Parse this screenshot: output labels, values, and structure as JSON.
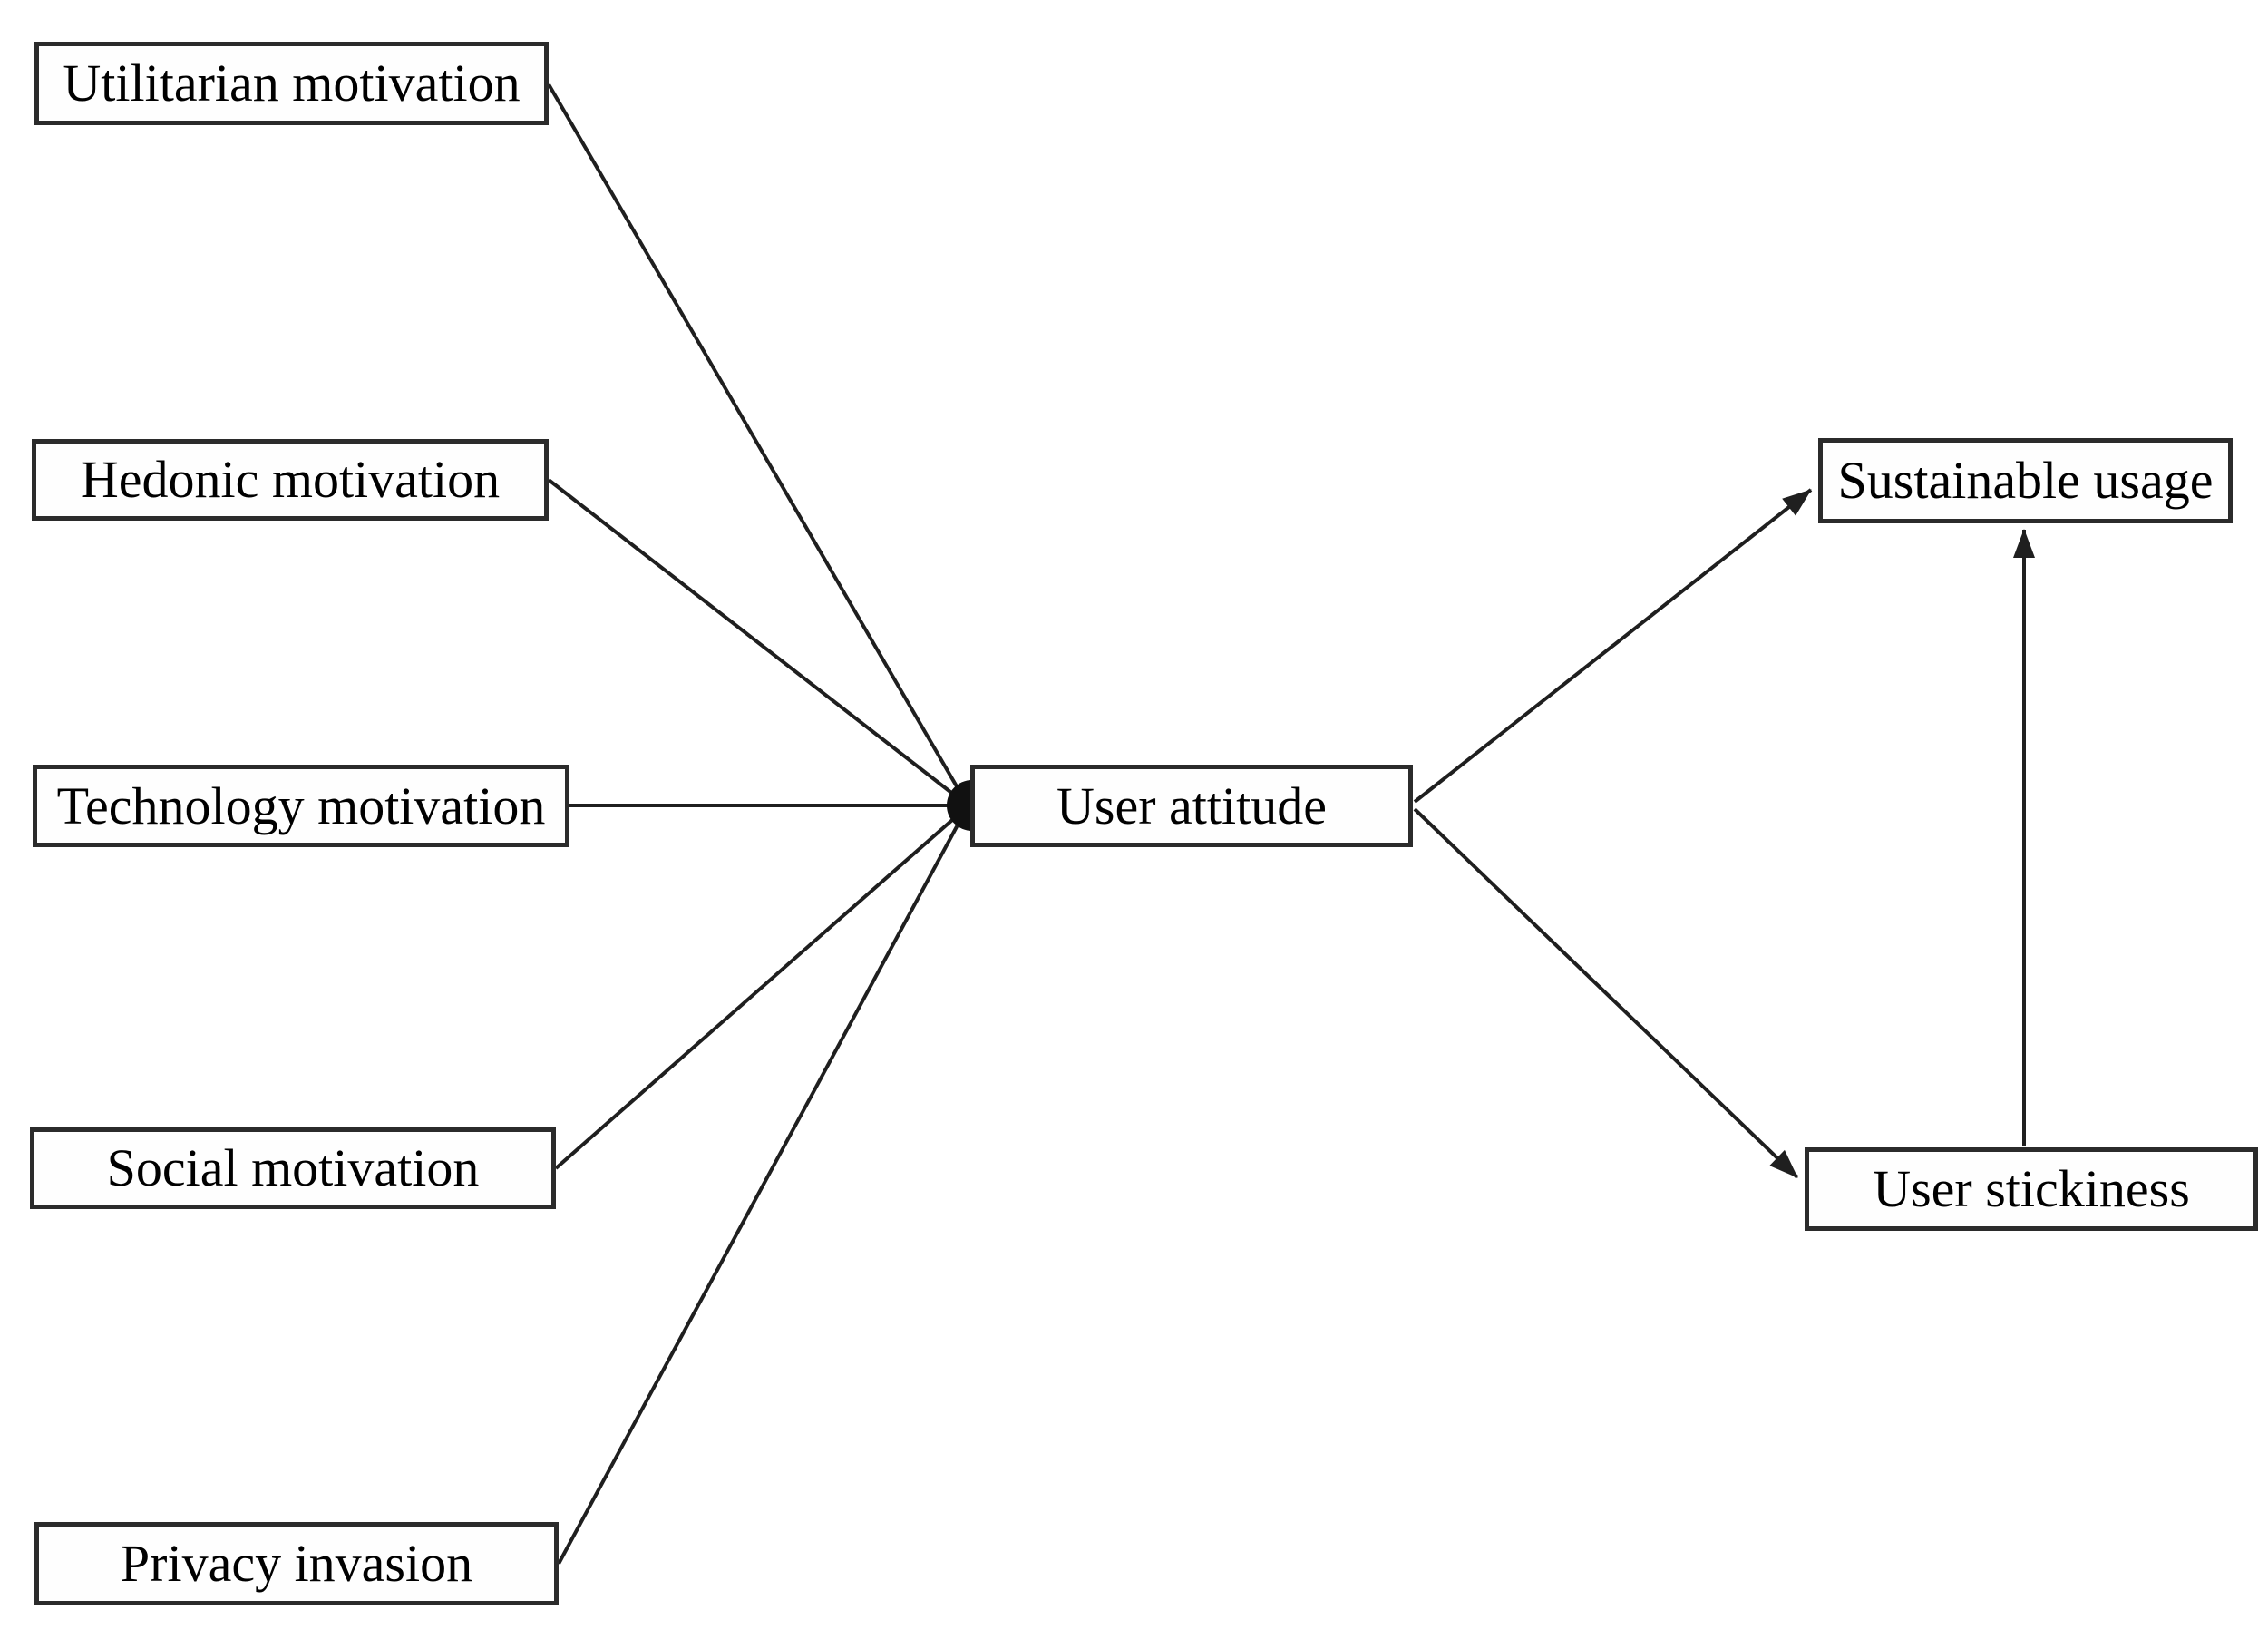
{
  "figure": {
    "type": "path-model-diagram",
    "background_color": "#ffffff",
    "line_color": "#1f1f1f",
    "box_border_color": "#2b2b2b",
    "text_color": "#000000",
    "nodes": [
      {
        "id": "utilitarian-motivation",
        "label": "Utilitarian motivation"
      },
      {
        "id": "hedonic-motivation",
        "label": "Hedonic motivation"
      },
      {
        "id": "technology-motivation",
        "label": "Technology motivation"
      },
      {
        "id": "social-motivation",
        "label": "Social motivation"
      },
      {
        "id": "privacy-invasion",
        "label": "Privacy invasion"
      },
      {
        "id": "user-attitude",
        "label": "User attitude"
      },
      {
        "id": "sustainable-usage",
        "label": "Sustainable usage"
      },
      {
        "id": "user-stickiness",
        "label": "User stickiness"
      }
    ],
    "edges": [
      {
        "from": "utilitarian-motivation",
        "to": "user-attitude"
      },
      {
        "from": "hedonic-motivation",
        "to": "user-attitude"
      },
      {
        "from": "technology-motivation",
        "to": "user-attitude"
      },
      {
        "from": "social-motivation",
        "to": "user-attitude"
      },
      {
        "from": "privacy-invasion",
        "to": "user-attitude"
      },
      {
        "from": "user-attitude",
        "to": "sustainable-usage"
      },
      {
        "from": "user-attitude",
        "to": "user-stickiness"
      },
      {
        "from": "user-stickiness",
        "to": "sustainable-usage"
      }
    ]
  }
}
